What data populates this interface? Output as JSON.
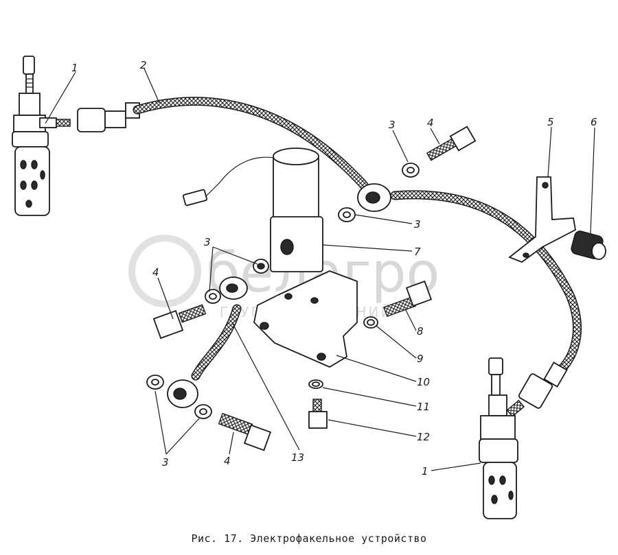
{
  "labels": {
    "n1": "1",
    "n2": "2",
    "n3": "3",
    "n4": "4",
    "n5": "5",
    "n6": "6",
    "n7": "7",
    "n8": "8",
    "n9": "9",
    "n10": "10",
    "n11": "11",
    "n12": "12",
    "n13": "13"
  },
  "caption": "Рис. 17. Электрофакельное устройство",
  "watermark": {
    "brand": "белагро",
    "sub": "ГРУППА КОМПАНИЙ"
  }
}
